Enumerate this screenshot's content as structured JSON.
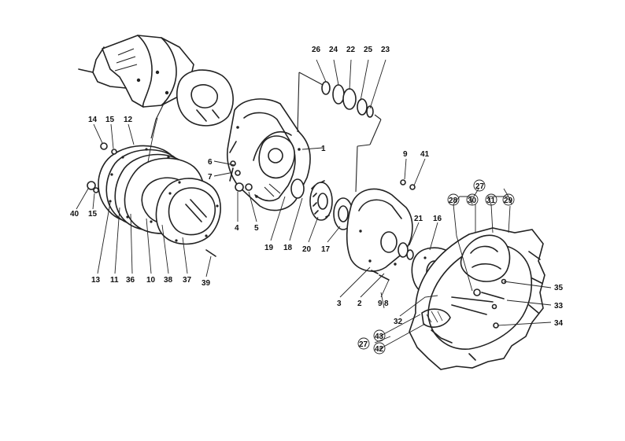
{
  "labels": {
    "p1": "1",
    "p2": "2",
    "p3": "3",
    "p4": "4",
    "p5": "5",
    "p6": "6",
    "p7": "7",
    "p8": "8",
    "p9a": "9",
    "p9b": "9",
    "p10": "10",
    "p11": "11",
    "p12": "12",
    "p13": "13",
    "p14": "14",
    "p15a": "15",
    "p15b": "15",
    "p16": "16",
    "p17": "17",
    "p18": "18",
    "p19": "19",
    "p20": "20",
    "p21": "21",
    "p22": "22",
    "p23": "23",
    "p24": "24",
    "p25": "25",
    "p26": "26",
    "p27a": "27",
    "p27b": "27",
    "p28": "28",
    "p29": "29",
    "p30": "30",
    "p31": "31",
    "p32": "32",
    "p33": "33",
    "p34": "34",
    "p35": "35",
    "p36": "36",
    "p37": "37",
    "p38": "38",
    "p39": "39",
    "p40": "40",
    "p41": "41",
    "p42": "42",
    "p43": "43"
  },
  "colors": {
    "ink": "#222222",
    "paper": "#ffffff"
  }
}
